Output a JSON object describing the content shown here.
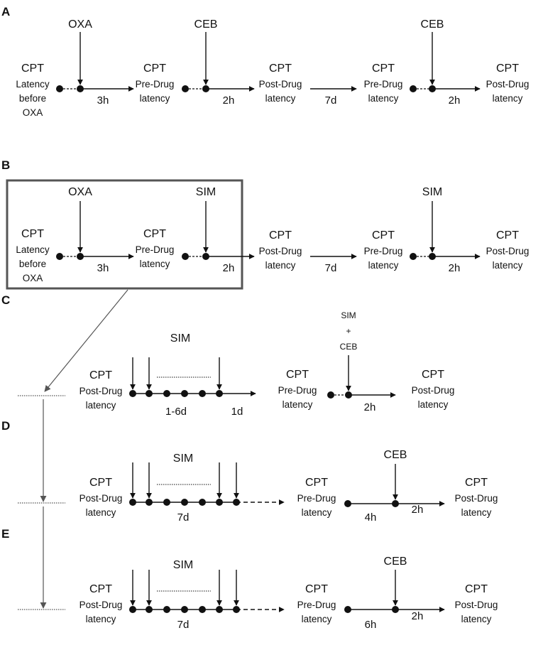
{
  "panels": [
    "A",
    "B",
    "C",
    "D",
    "E"
  ],
  "drugs": {
    "oxa": "OXA",
    "ceb": "CEB",
    "sim": "SIM",
    "sim_plus": "+",
    "sim_ceb": "CEB"
  },
  "labels": {
    "cpt": "CPT",
    "latency": "Latency",
    "before": "before",
    "oxa": "OXA",
    "pre_drug": "Pre-Drug",
    "post_drug": "Post-Drug",
    "latency_lower": "latency"
  },
  "durations": {
    "h3": "3h",
    "h2": "2h",
    "d7": "7d",
    "d1_6": "1-6d",
    "d1": "1d",
    "h4": "4h",
    "h6": "6h"
  }
}
